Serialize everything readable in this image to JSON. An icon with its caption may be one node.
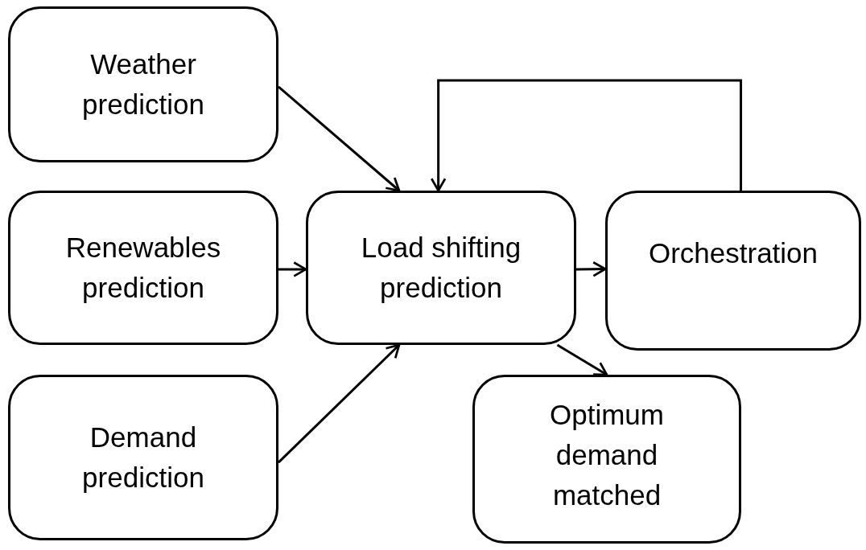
{
  "diagram": {
    "nodes": [
      {
        "text": [
          "Weather prediction"
        ]
      },
      {
        "text": [
          "Renewables prediction"
        ]
      },
      {
        "text": [
          "Demand prediction"
        ]
      },
      {
        "text": [
          "Load shifting prediction"
        ]
      },
      {
        "text": [
          "Orchestration"
        ]
      },
      {
        "text": [
          "Optimum demand matched"
        ]
      }
    ],
    "edges": [
      {
        "from": 0,
        "to": 3,
        "arrow": "to"
      },
      {
        "from": 1,
        "to": 3,
        "arrow": "to"
      },
      {
        "from": 2,
        "to": 3,
        "arrow": "to"
      },
      {
        "from": 3,
        "to": 4,
        "arrow": "to"
      },
      {
        "from": 3,
        "to": 5,
        "arrow": "to"
      },
      {
        "from": 4,
        "to": 3,
        "arrow": "to"
      }
    ]
  }
}
